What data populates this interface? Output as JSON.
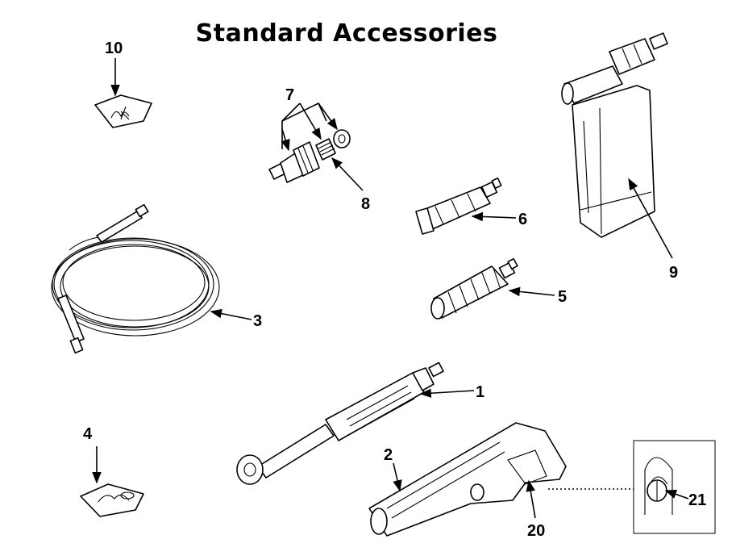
{
  "title": "Standard Accessories",
  "callouts": {
    "c1": "1",
    "c2": "2",
    "c3": "3",
    "c4": "4",
    "c5": "5",
    "c6": "6",
    "c7": "7",
    "c8": "8",
    "c9": "9",
    "c10": "10",
    "c20": "20",
    "c21": "21"
  }
}
